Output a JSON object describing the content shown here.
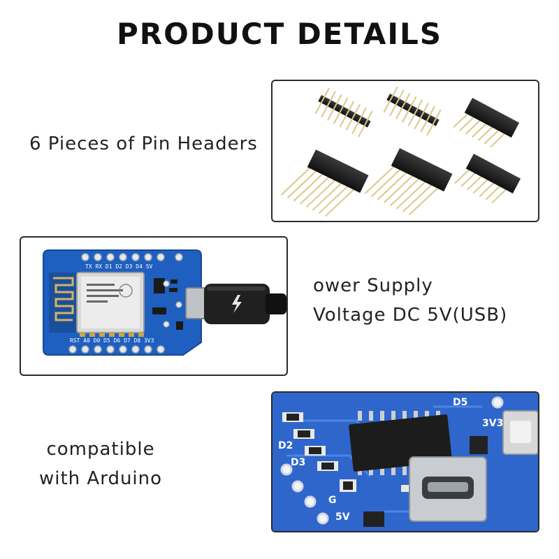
{
  "heading": "PRODUCT DETAILS",
  "sections": {
    "pin_headers": {
      "caption": "6 Pieces of Pin Headers"
    },
    "power": {
      "line1": "ower Supply",
      "line2": "Voltage DC 5V(USB)"
    },
    "compat": {
      "line1": "compatible",
      "line2": "with Arduino"
    }
  },
  "board_labels": {
    "top_pins": "TX RX D1 D2 D3 D4 5V",
    "bottom_pins": "RST A0 D0 D5 D6 D7 D8 3V3",
    "closeup_labels": [
      "D2",
      "D3",
      "G",
      "5V",
      "3V3",
      "D5"
    ]
  },
  "colors": {
    "pcb_blue": "#1f5fbf",
    "header_black": "#1c1c1c",
    "pin_gold": "#d8c98a",
    "panel_border": "#2b2b2b"
  },
  "icons": [
    "usb-bolt-icon"
  ]
}
